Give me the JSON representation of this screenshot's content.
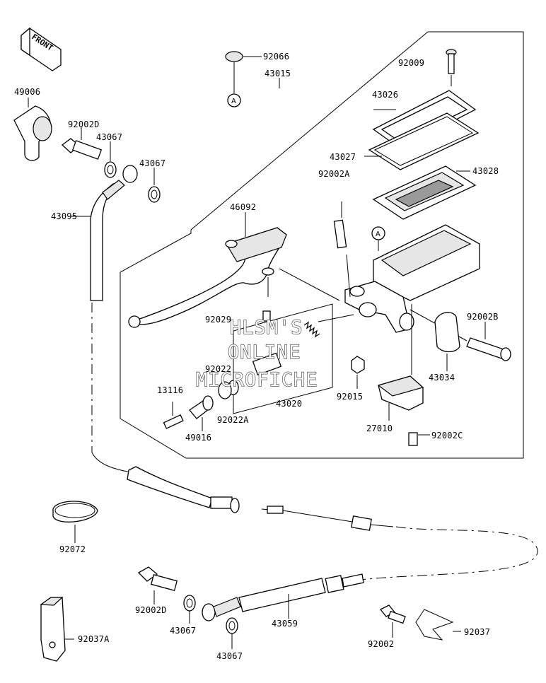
{
  "direction_label": "FRONT",
  "watermark": {
    "line1": "HLSM'S",
    "line2": "ONLINE",
    "line3": "MICROFICHE"
  },
  "callout_letter": "A",
  "parts": {
    "p92066": "92066",
    "p43015": "43015",
    "p92009": "92009",
    "p49006": "49006",
    "p92002D_top": "92002D",
    "p43067_a": "43067",
    "p43067_b": "43067",
    "p43026": "43026",
    "p43027": "43027",
    "p43028": "43028",
    "p43095": "43095",
    "p46092": "46092",
    "p92002A": "92002A",
    "p92029": "92029",
    "p92002B": "92002B",
    "p92022": "92022",
    "p13116": "13116",
    "p43034": "43034",
    "p92015": "92015",
    "p43020": "43020",
    "p92022A": "92022A",
    "p49016": "49016",
    "p27010": "27010",
    "p92002C": "92002C",
    "p92072": "92072",
    "p92002D_bot": "92002D",
    "p43067_c": "43067",
    "p43059": "43059",
    "p92037A": "92037A",
    "p43067_d": "43067",
    "p92002": "92002",
    "p92037": "92037"
  }
}
